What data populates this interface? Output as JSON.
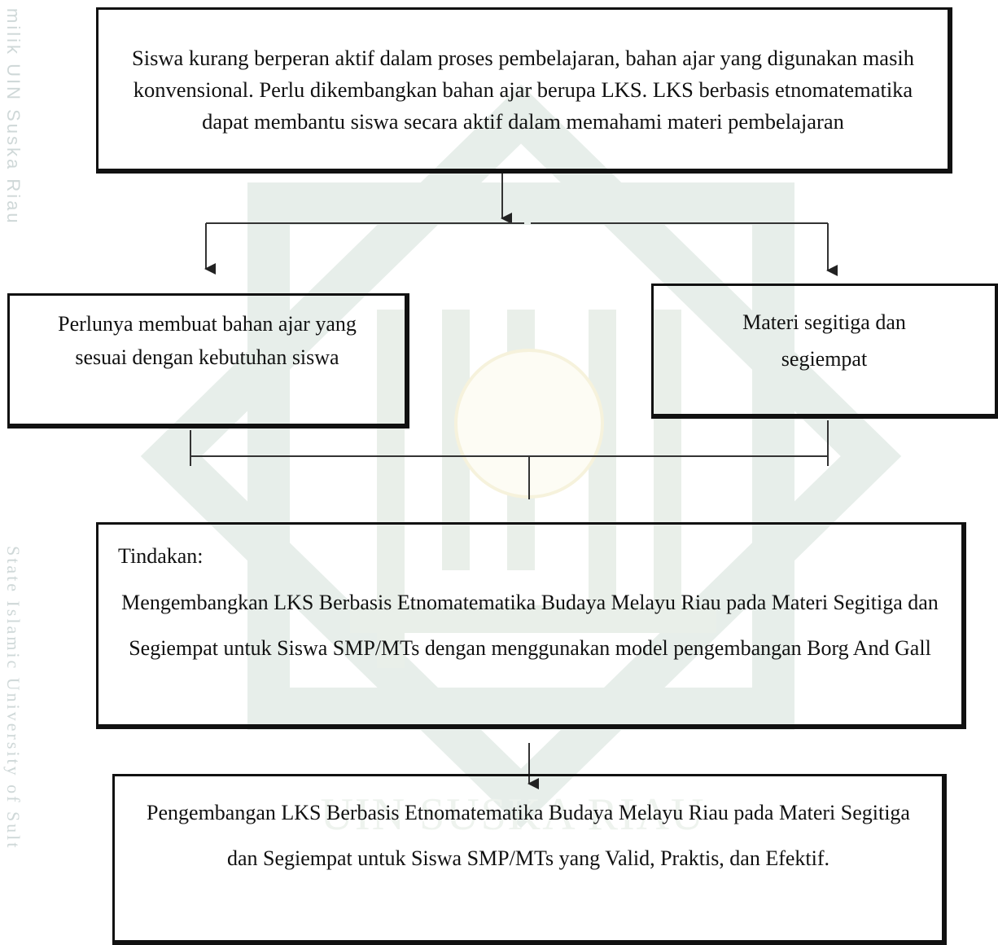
{
  "watermark": {
    "side_top": "milik UIN Suska Riau",
    "side_bottom": "State Islamic University of Sult",
    "bottom_center": "UIN SUSKA RIAU",
    "color": "#e6efe6"
  },
  "boxes": {
    "problem": "Siswa kurang berperan aktif dalam proses pembelajaran, bahan ajar yang digunakan masih konvensional. Perlu dikembangkan bahan ajar berupa LKS. LKS berbasis etnomatematika dapat membantu siswa secara aktif dalam memahami materi pembelajaran",
    "need": "Perlunya membuat bahan ajar yang sesuai dengan kebutuhan siswa",
    "material": "Materi segitiga dan segiempat",
    "action_label": "Tindakan:",
    "action": "Mengembangkan LKS Berbasis Etnomatematika Budaya Melayu Riau pada Materi Segitiga dan Segiempat untuk Siswa SMP/MTs dengan menggunakan model pengembangan Borg And Gall",
    "result": "Pengembangan LKS Berbasis Etnomatematika Budaya Melayu Riau pada Materi Segitiga dan Segiempat untuk Siswa SMP/MTs yang Valid, Praktis, dan Efektif."
  }
}
